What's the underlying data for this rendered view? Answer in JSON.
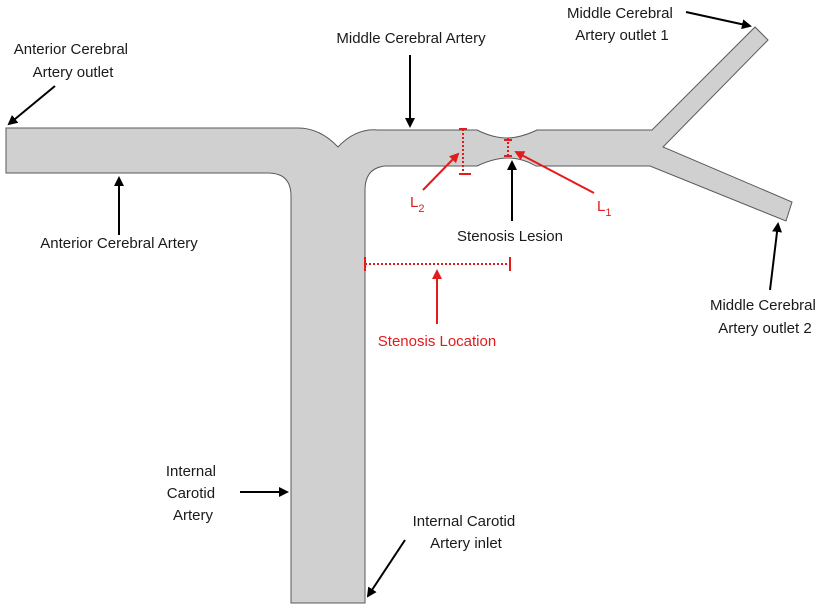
{
  "labels": {
    "aca_outlet": [
      "Anterior Cerebral",
      "Artery outlet"
    ],
    "mca": "Middle Cerebral Artery",
    "mca_outlet_1": [
      "Middle Cerebral",
      "Artery outlet 1"
    ],
    "aca": "Anterior Cerebral Artery",
    "stenosis_lesion": "Stenosis Lesion",
    "mca_outlet_2": [
      "Middle Cerebral",
      "Artery outlet 2"
    ],
    "stenosis_location": "Stenosis Location",
    "l2": {
      "base": "L",
      "sub": "2"
    },
    "l1": {
      "base": "L",
      "sub": "1"
    },
    "ica": [
      "Internal",
      "Carotid",
      "Artery"
    ],
    "ica_inlet": [
      "Internal Carotid",
      "Artery inlet"
    ]
  },
  "colors": {
    "vessel_fill": "#d0d0d0",
    "vessel_stroke": "#5a5a5a",
    "arrow": "#000000",
    "accent_red": "#e31b1b"
  }
}
